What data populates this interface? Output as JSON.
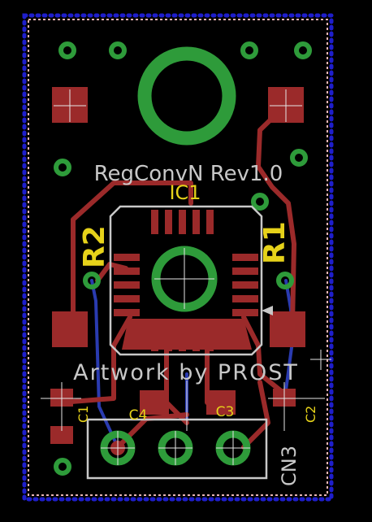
{
  "title": "RegConvN Rev1.0",
  "credit": "Artwork by PROST",
  "parts": {
    "ic": "IC1",
    "r1": "R1",
    "r2": "R2",
    "c1": "C1",
    "c2": "C2",
    "c3": "C3",
    "c4": "C4",
    "cn": "CN3"
  },
  "colors": {
    "background": "#000000",
    "copper_top": "#9b2a2a",
    "copper_bottom": "#2a3bb0",
    "pad_green": "#2e9b3a",
    "silkscreen": "#c8c8c8",
    "label_yellow": "#e6d21a",
    "outline_blue": "#1e1ecc",
    "outline_pink": "#e8b4b4"
  }
}
